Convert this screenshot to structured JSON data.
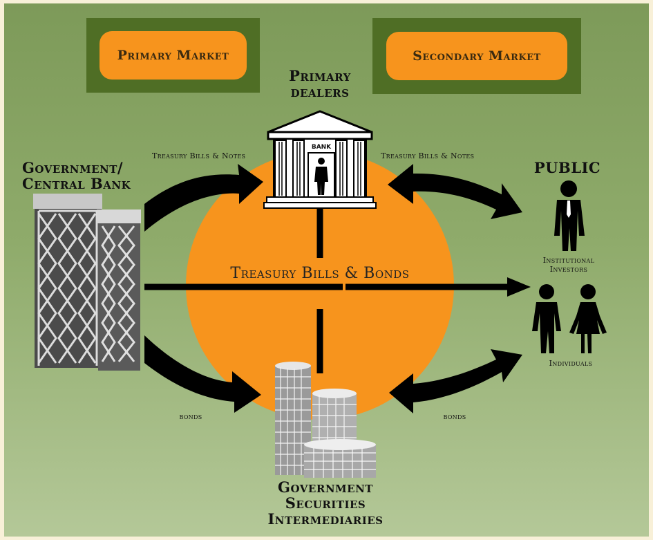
{
  "markets": {
    "primary": "Primary Market",
    "secondary": "Secondary Market"
  },
  "nodes": {
    "primary_dealers": [
      "Primary",
      "dealers"
    ],
    "government": [
      "Government/",
      "Central Bank"
    ],
    "public": "PUBLIC",
    "intermediaries": [
      "Government",
      "Securities",
      "Intermediaries"
    ],
    "bank_sign": "BANK"
  },
  "flows": {
    "gov_to_dealers": "Treasury Bills & Notes",
    "dealers_public": "Treasury Bills & Notes",
    "center": "Treasury Bills & Bonds",
    "gov_to_intermediaries": "bonds",
    "intermediaries_public": "bonds"
  },
  "public_groups": {
    "institutional": [
      "Institutional",
      "Investors"
    ],
    "individuals": "Individuals"
  },
  "colors": {
    "background_top": "#7d9a59",
    "background_bottom": "#b4c898",
    "market_box": "#4f6e25",
    "accent_orange": "#f7941d",
    "arrow": "#000000"
  },
  "icons": [
    "bank-icon",
    "skyscraper-icon",
    "cylinder-towers-icon",
    "businessman-icon",
    "man-icon",
    "woman-icon"
  ]
}
